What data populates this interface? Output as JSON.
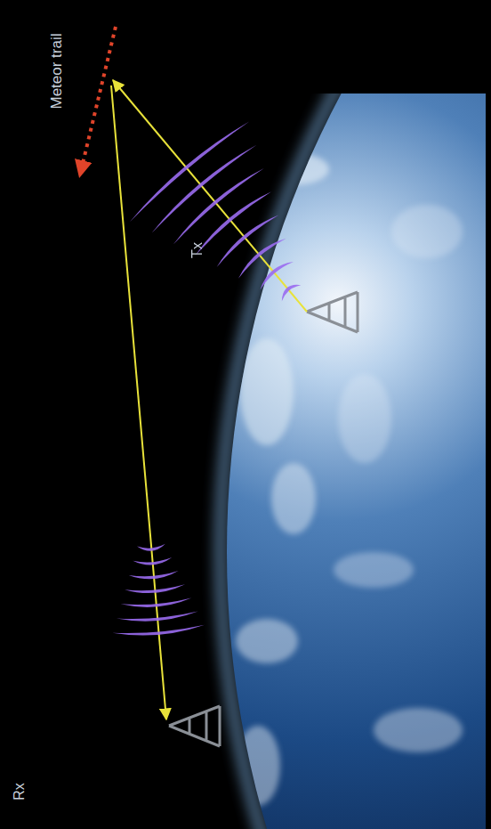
{
  "diagram": {
    "labels": [
      "Meteor trail",
      "Tx",
      "Rx"
    ]
  }
}
